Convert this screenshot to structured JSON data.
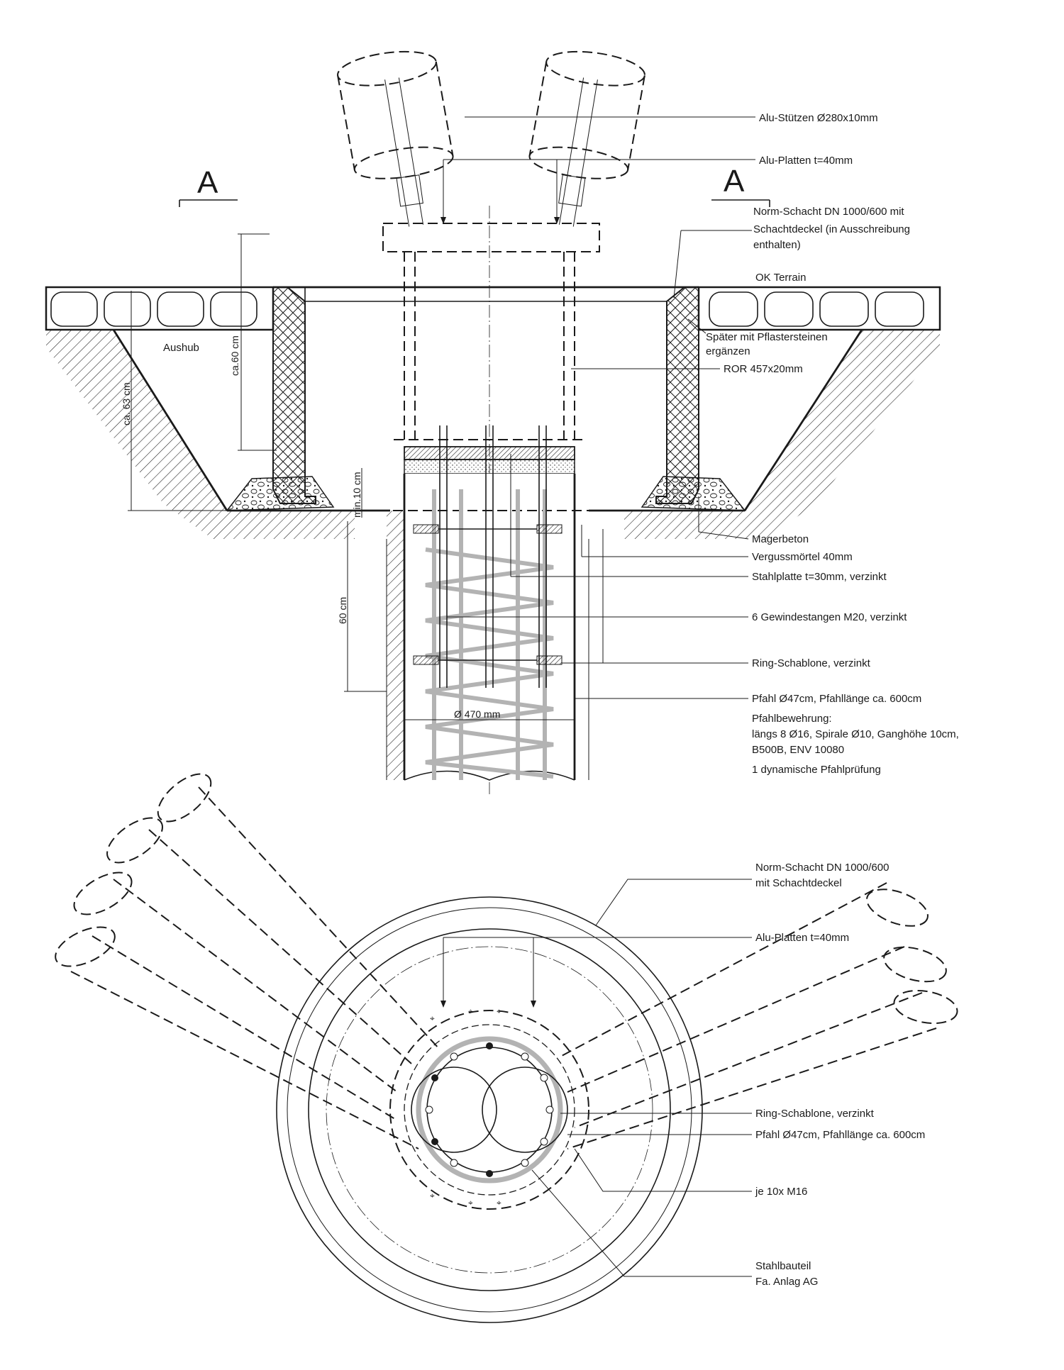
{
  "section_marks": {
    "left": "A",
    "right": "A"
  },
  "labels": {
    "alu_stuetzen": "Alu-Stützen Ø280x10mm",
    "alu_platten": "Alu-Platten t=40mm",
    "norm_schacht_1": "Norm-Schacht DN 1000/600 mit",
    "norm_schacht_2": "Schachtdeckel (in Ausschreibung",
    "norm_schacht_3": "enthalten)",
    "ok_terrain": "OK Terrain",
    "spaeter_1": "Später mit Pflastersteinen",
    "spaeter_2": "ergänzen",
    "ror": "ROR 457x20mm",
    "aushub": "Aushub",
    "magerbeton": "Magerbeton",
    "vergussmoertel": "Vergussmörtel 40mm",
    "stahlplatte": "Stahlplatte t=30mm, verzinkt",
    "gewindestangen": "6 Gewindestangen M20, verzinkt",
    "ring_schablone": "Ring-Schablone, verzinkt",
    "pfahl": "Pfahl Ø47cm, Pfahllänge ca. 600cm",
    "pfahlbewehrung_1": "Pfahlbewehrung:",
    "pfahlbewehrung_2": "längs 8 Ø16, Spirale Ø10, Ganghöhe 10cm,",
    "pfahlbewehrung_3": "B500B, ENV 10080",
    "pfahlpruefung": "1 dynamische Pfahlprüfung"
  },
  "dimensions": {
    "ca63": "ca. 63 cm",
    "ca60": "ca.60 cm",
    "min10": "min.10 cm",
    "d60": "60 cm",
    "d470": "Ø 470 mm"
  },
  "plan_labels": {
    "norm_schacht_1": "Norm-Schacht DN 1000/600",
    "norm_schacht_2": "mit Schachtdeckel",
    "alu_platten": "Alu-Platten t=40mm",
    "ring_schablone": "Ring-Schablone, verzinkt",
    "pfahl": "Pfahl Ø47cm, Pfahllänge ca. 600cm",
    "m16": "je 10x M16",
    "stahlbauteil_1": "Stahlbauteil",
    "stahlbauteil_2": "Fa. Anlag AG"
  },
  "colors": {
    "line": "#1a1a1a",
    "rebar": "#b3b3b3",
    "background": "#ffffff"
  }
}
